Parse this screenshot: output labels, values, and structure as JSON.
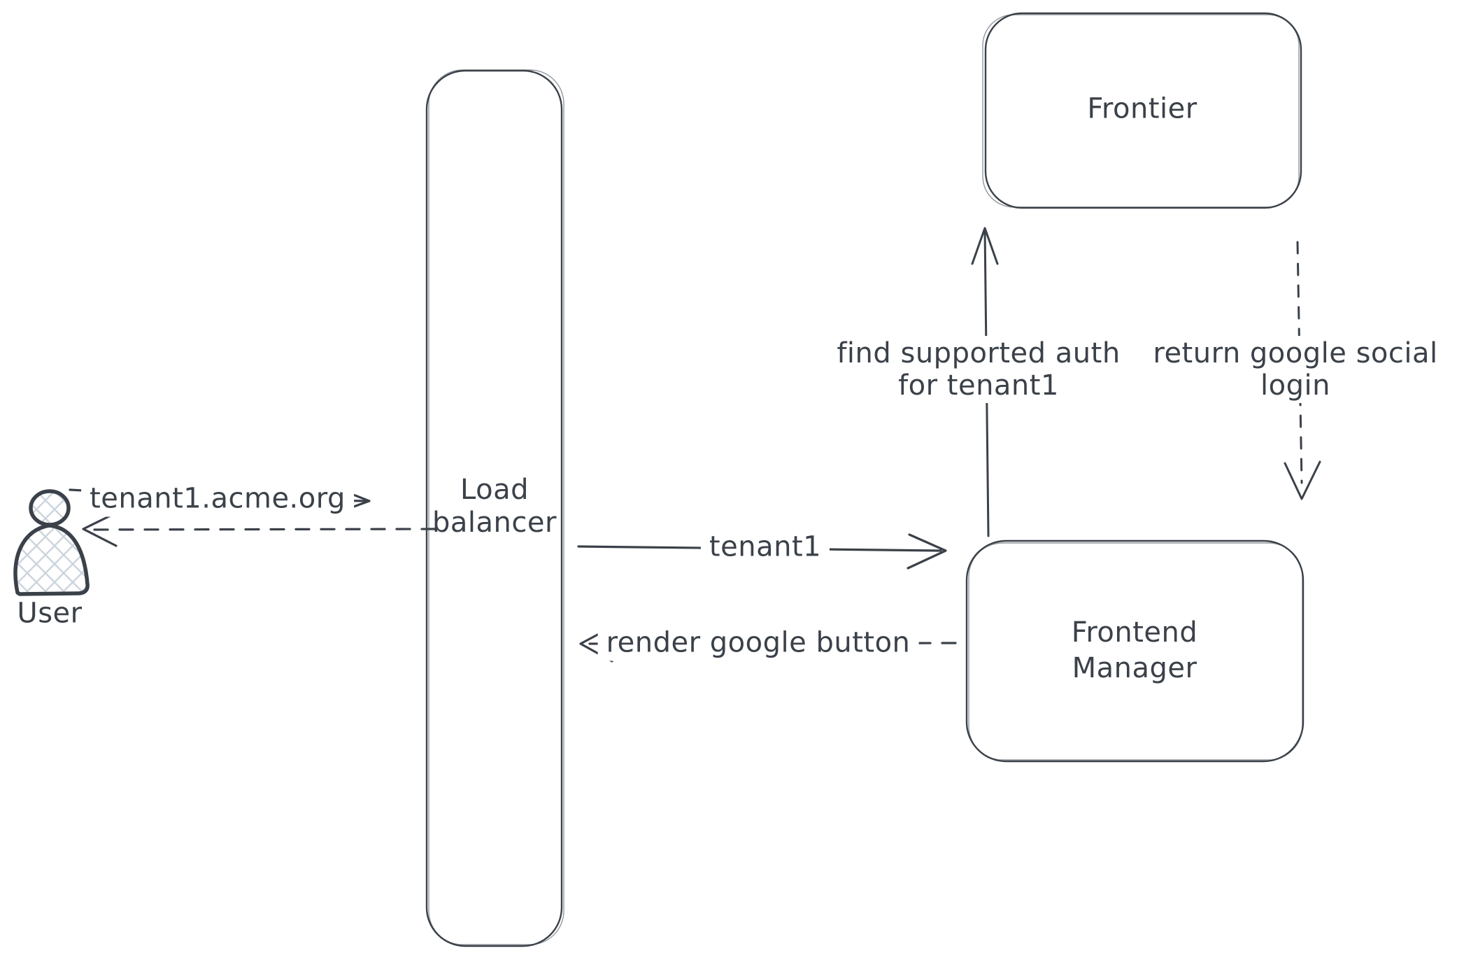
{
  "canvas": {
    "background": "#ffffff",
    "stroke_color": "#3b4149",
    "hatch_color": "#ccd5dd"
  },
  "nodes": {
    "user": {
      "label": "User"
    },
    "load_balancer": {
      "line1": "Load",
      "line2": "balancer"
    },
    "frontier": {
      "label": "Frontier"
    },
    "frontend_manager": {
      "line1": "Frontend",
      "line2": "Manager"
    }
  },
  "edges": {
    "request_domain": {
      "label": "tenant1.acme.org",
      "style": "solid",
      "from": "user",
      "to": "load_balancer"
    },
    "response_to_user": {
      "label": "",
      "style": "dashed",
      "from": "load_balancer",
      "to": "user"
    },
    "forward_tenant": {
      "label": "tenant1",
      "style": "solid",
      "from": "load_balancer",
      "to": "frontend_manager"
    },
    "render_google_button": {
      "label": "render google button",
      "style": "dashed",
      "from": "frontend_manager",
      "to": "load_balancer"
    },
    "find_supported_auth": {
      "line1": "find supported auth",
      "line2": "for tenant1",
      "style": "solid",
      "from": "frontend_manager",
      "to": "frontier"
    },
    "return_google_social_login": {
      "line1": "return google social",
      "line2": "login",
      "style": "dashed",
      "from": "frontier",
      "to": "frontend_manager"
    }
  }
}
